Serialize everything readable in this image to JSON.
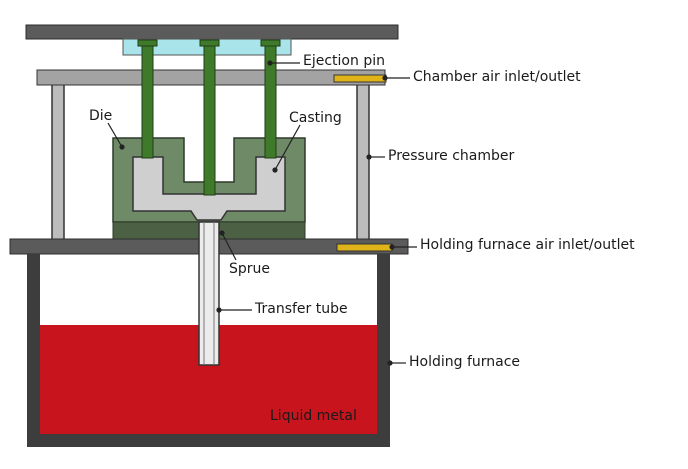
{
  "labels": {
    "ejection_pin": "Ejection pin",
    "chamber_air": "Chamber air inlet/outlet",
    "die": "Die",
    "casting": "Casting",
    "pressure_chamber": "Pressure chamber",
    "holding_furnace_air": "Holding furnace air inlet/outlet",
    "sprue": "Sprue",
    "transfer_tube": "Transfer tube",
    "holding_furnace": "Holding furnace",
    "liquid_metal": "Liquid metal"
  },
  "colors": {
    "frame": "#3d3d3d",
    "plate": "#9a9a9a",
    "die": "#6f8a66",
    "die_base": "#4c6144",
    "casting": "#cfcfcf",
    "pin": "#3f7a2b",
    "cyan_block": "#a8e4ea",
    "inlet": "#e0b418",
    "liquid": "#c8141c",
    "tube": "#ececec"
  }
}
